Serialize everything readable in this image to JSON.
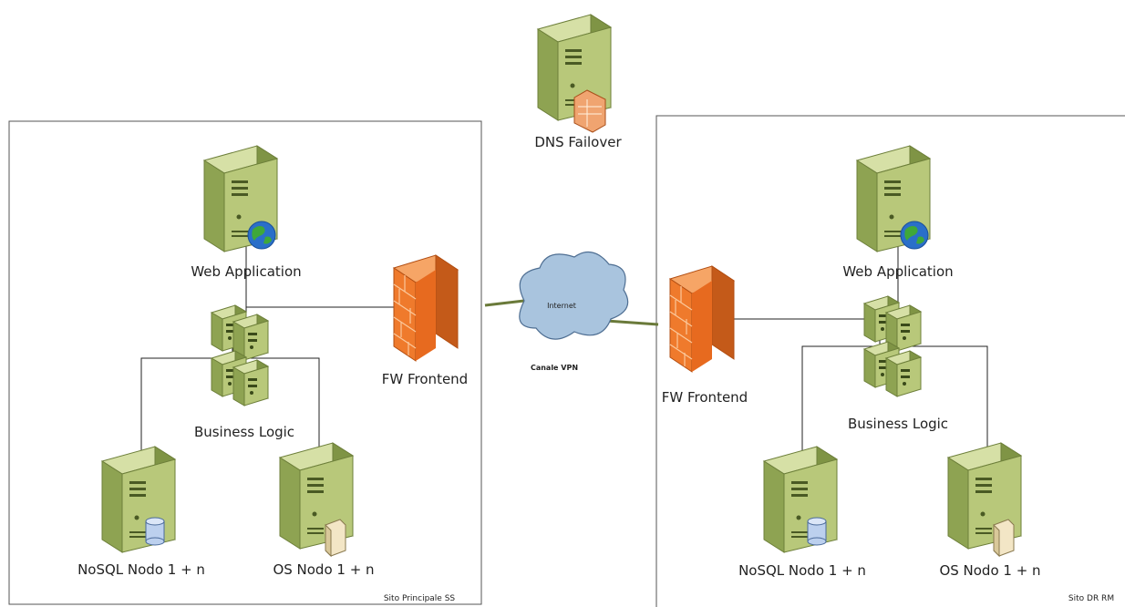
{
  "dns": {
    "label": "DNS Failover"
  },
  "internet": {
    "cloud_label": "Internet",
    "channel_label": "Canale VPN"
  },
  "site_main": {
    "site_label": "Sito Principale SS",
    "web_label": "Web Application",
    "business_label": "Business Logic",
    "fw_label": "FW Frontend",
    "nosql_label": "NoSQL Nodo 1 + n",
    "os_label": "OS Nodo 1 + n"
  },
  "site_dr": {
    "site_label": "Sito DR RM",
    "web_label": "Web Application",
    "business_label": "Business Logic",
    "fw_label": "FW Frontend",
    "nosql_label": "NoSQL Nodo 1 + n",
    "os_label": "OS  Nodo 1 + n"
  },
  "colors": {
    "server_green": "#b8c87a",
    "server_dark": "#7f9445",
    "firewall": "#ef7a2c",
    "cloud": "#a9c4de",
    "link": "#222222",
    "vpn_line": "#7a8a4a"
  }
}
